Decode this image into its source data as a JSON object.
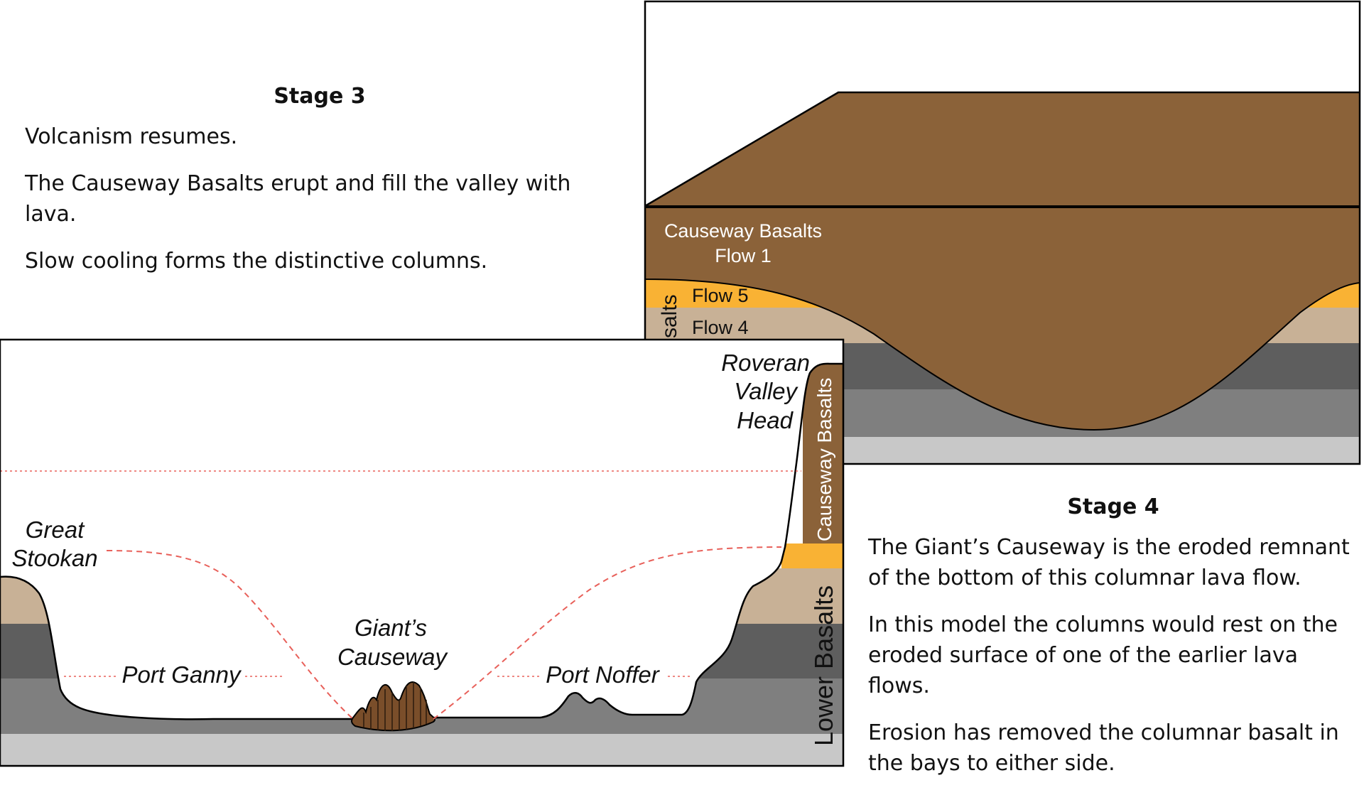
{
  "stage3": {
    "title": "Stage 3",
    "lines": [
      "Volcanism resumes.",
      "The Causeway Basalts erupt and fill the valley with lava.",
      "Slow cooling forms the distinctive columns."
    ]
  },
  "stage4": {
    "title": "Stage 4",
    "lines": [
      "The Giant’s Causeway is the eroded remnant of the bottom of this columnar lava flow.",
      "In this model the columns would rest on the eroded surface of one of the earlier lava flows.",
      "Erosion has removed the columnar basalt in the bays to either side."
    ]
  },
  "top_diagram": {
    "label_causeway": "Causeway Basalts",
    "label_flow1": "Flow 1",
    "label_flow5": "Flow 5",
    "label_flow4": "Flow 4",
    "label_side": "salts"
  },
  "bottom_diagram": {
    "roveran": [
      "Roveran",
      "Valley",
      "Head"
    ],
    "great_stookan": [
      "Great",
      "Stookan"
    ],
    "port_ganny": "Port Ganny",
    "giants_causeway": [
      "Giant’s",
      "Causeway"
    ],
    "port_noffer": "Port Noffer",
    "causeway_basalts_vertical": "Causeway Basalts",
    "lower_basalts_vertical": "Lower Basalts"
  },
  "colors": {
    "brown": "#8B6239",
    "orange": "#F9B234",
    "tan": "#C8B196",
    "dark_grey": "#5E5E5E",
    "mid_grey": "#7F7F7F",
    "light_grey": "#C8C8C8",
    "dashed_red": "#E8605A"
  }
}
